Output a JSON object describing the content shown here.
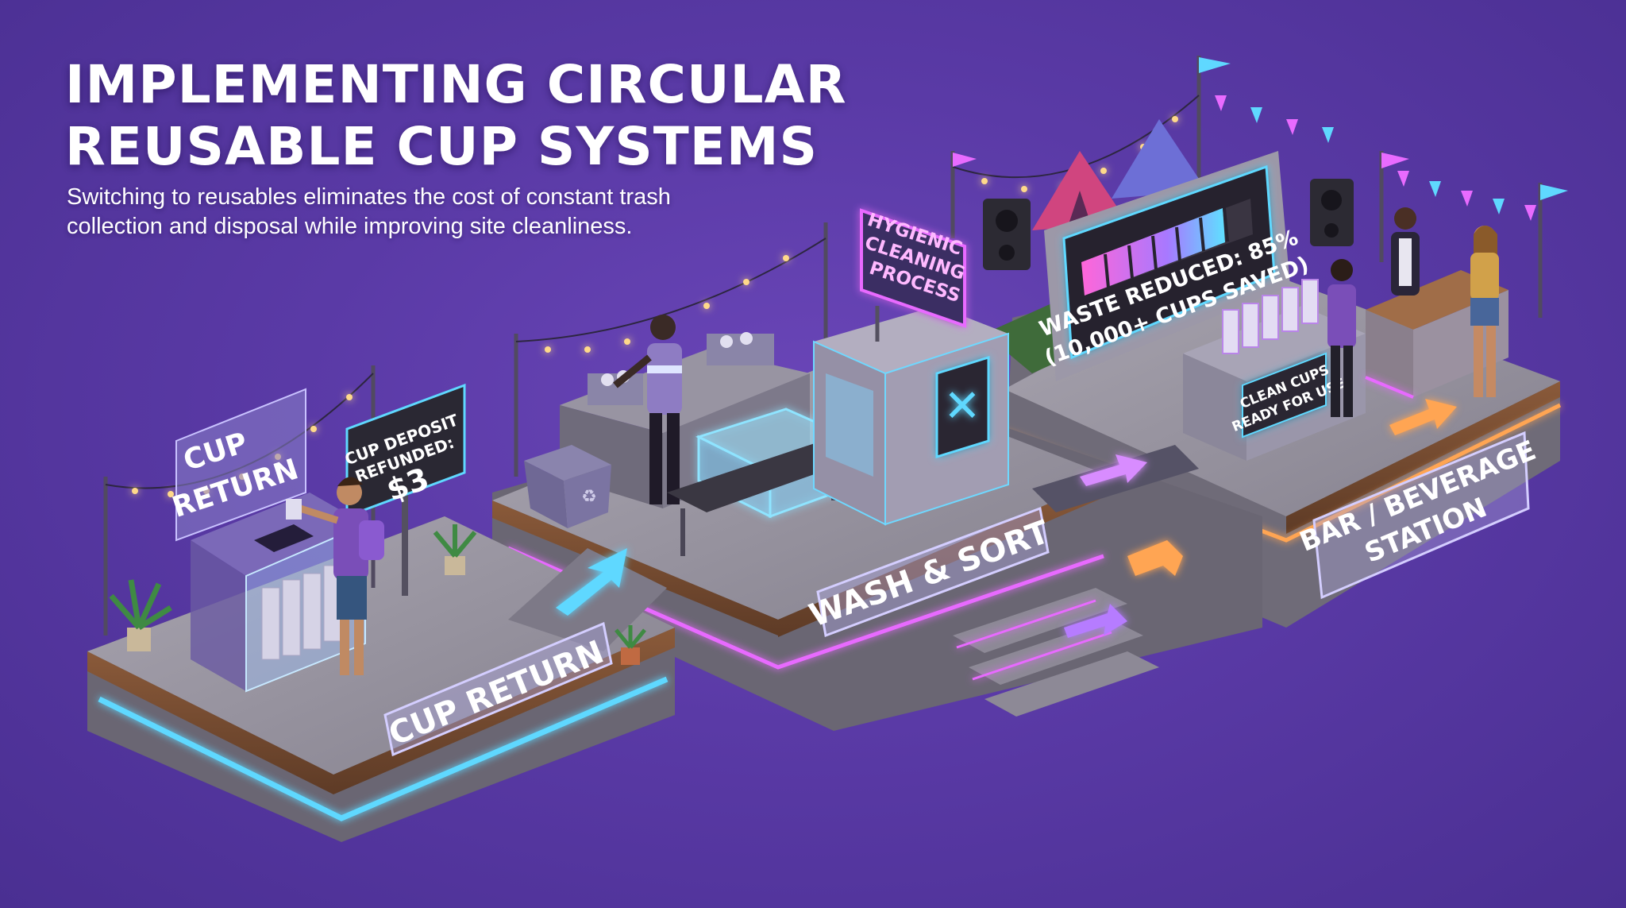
{
  "header": {
    "title_line1": "IMPLEMENTING CIRCULAR",
    "title_line2": "REUSABLE CUP SYSTEMS",
    "subtitle_line1": "Switching to reusables eliminates the cost of constant trash",
    "subtitle_line2": "collection and disposal while improving site cleanliness."
  },
  "return_station": {
    "sign_line1": "CUP",
    "sign_line2": "RETURN",
    "deposit_line1": "CUP DEPOSIT",
    "deposit_line2": "REFUNDED:",
    "deposit_amount": "$3",
    "floor_label": "CUP RETURN"
  },
  "wash_station": {
    "sign_line1": "HYGIENIC",
    "sign_line2": "CLEANING",
    "sign_line3": "PROCESS",
    "floor_label": "WASH & SORT"
  },
  "bar_station": {
    "screen_line1": "WASTE REDUCED: 85%",
    "screen_line2": "(10,000+ CUPS SAVED)",
    "cups_line1": "CLEAN CUPS",
    "cups_line2": "READY FOR USE",
    "floor_line1": "BAR / BEVERAGE",
    "floor_line2": "STATION"
  },
  "colors": {
    "background": "#5a3aa6",
    "neon_cyan": "#5fd8ff",
    "neon_pink": "#e86bff",
    "neon_orange": "#ffa552",
    "concrete": "#8e8a96"
  }
}
